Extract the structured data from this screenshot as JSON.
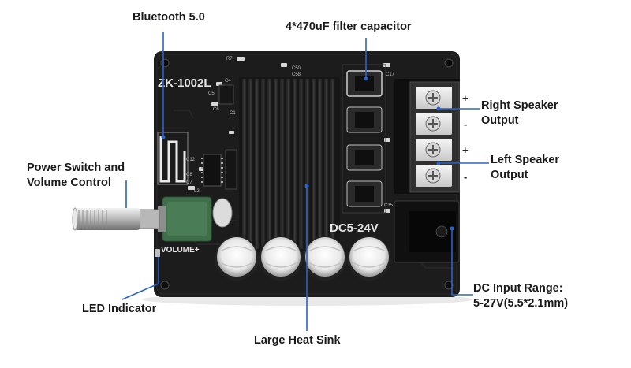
{
  "board": {
    "model": "ZK-1002L",
    "voltage_marking": "DC5-24V",
    "volume_marking": "VOLUME+"
  },
  "callouts": {
    "bluetooth": "Bluetooth 5.0",
    "capacitor": "4*470uF filter capacitor",
    "power_switch": "Power Switch and\nVolume Control",
    "right_speaker": "Right Speaker\nOutput",
    "left_speaker": "Left Speaker\nOutput",
    "dc_input": "DC Input Range:\n5-27V(5.5*2.1mm)",
    "led": "LED Indicator",
    "heat_sink": "Large Heat Sink"
  },
  "polarity": {
    "right_plus": "+",
    "right_minus": "-",
    "left_plus": "+",
    "left_minus": "-"
  },
  "colors": {
    "pcb": "#1c1c1c",
    "heatsink": "#2b2b2b",
    "callout_line": "#2a63c8",
    "terminal_frame": "#3a3a3a",
    "pot_body": "#3f6e4a"
  }
}
